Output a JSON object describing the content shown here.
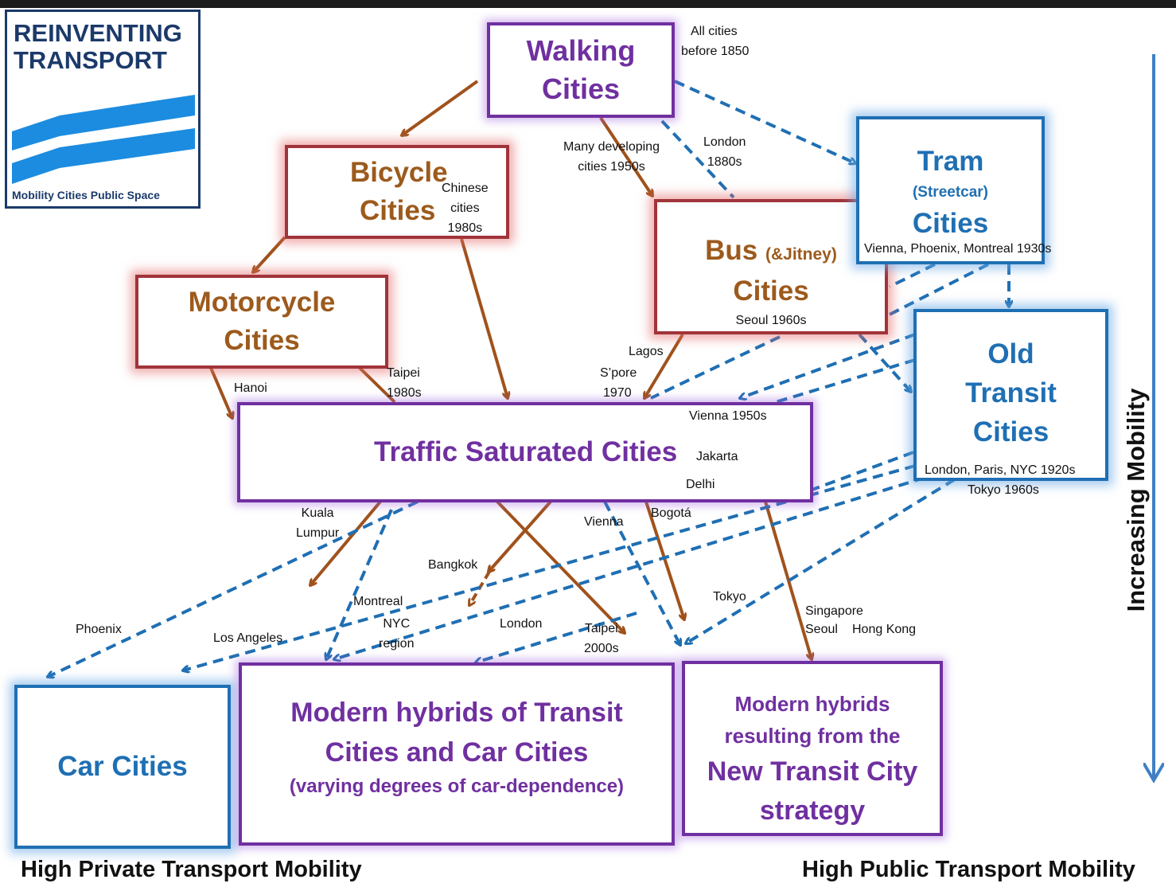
{
  "logo": {
    "line1": "REINVENTING",
    "line2": "TRANSPORT",
    "tagline": "Mobility  Cities  Public Space"
  },
  "nodes": {
    "walking": {
      "line1": "Walking",
      "line2": "Cities"
    },
    "bicycle": {
      "line1": "Bicycle",
      "line2": "Cities"
    },
    "motorcycle": {
      "line1": "Motorcycle",
      "line2": "Cities"
    },
    "bus": {
      "title": "Bus",
      "suffix": "(&Jitney)",
      "line2": "Cities",
      "note": "Seoul 1960s"
    },
    "tram": {
      "line1": "Tram",
      "line2": "(Streetcar)",
      "line3": "Cities",
      "note": "Vienna, Phoenix, Montreal 1930s"
    },
    "old_transit": {
      "line1": "Old",
      "line2": "Transit",
      "line3": "Cities",
      "note1": "London, Paris, NYC 1920s",
      "note2": "Tokyo 1960s"
    },
    "traffic": {
      "title": "Traffic Saturated Cities",
      "note1": "Vienna 1950s",
      "note2": "Jakarta",
      "note3": "Delhi"
    },
    "car": {
      "title": "Car Cities"
    },
    "modern_hybrids": {
      "line1": "Modern hybrids of Transit",
      "line2": "Cities and Car Cities",
      "line3": "(varying degrees of car-dependence)"
    },
    "new_transit": {
      "line1": "Modern hybrids",
      "line2": "resulting from the",
      "line3": "New Transit City",
      "line4": "strategy"
    }
  },
  "labels": {
    "all_cities_1": "All cities",
    "all_cities_2": "before 1850",
    "many_dev_1": "Many developing",
    "many_dev_2": "cities 1950s",
    "london_1": "London",
    "london_2": "1880s",
    "chinese_1": "Chinese",
    "chinese_2": "cities",
    "chinese_3": "1980s",
    "hanoi": "Hanoi",
    "taipei_1": "Taipei",
    "taipei_2": "1980s",
    "lagos": "Lagos",
    "spore": "S’pore",
    "spore_year": "1970",
    "kuala_1": "Kuala",
    "kuala_2": "Lumpur",
    "vienna": "Vienna",
    "bogota": "Bogotá",
    "bangkok": "Bangkok",
    "montreal": "Montreal",
    "nyc_1": "NYC",
    "nyc_2": "region",
    "phoenix": "Phoenix",
    "los_angeles": "Los Angeles",
    "london": "London",
    "taipei2000_1": "Taipei",
    "taipei2000_2": "2000s",
    "tokyo": "Tokyo",
    "singapore": "Singapore",
    "seoul": "Seoul",
    "hong_kong": "Hong Kong"
  },
  "axis": {
    "label": "Increasing  Mobility"
  },
  "footer": {
    "left": "High Private Transport Mobility",
    "right": "High Public Transport Mobility"
  },
  "colors": {
    "private_arrow": "#a0521c",
    "public_arrow": "#1f6fb3",
    "purple": "#7030a0"
  }
}
